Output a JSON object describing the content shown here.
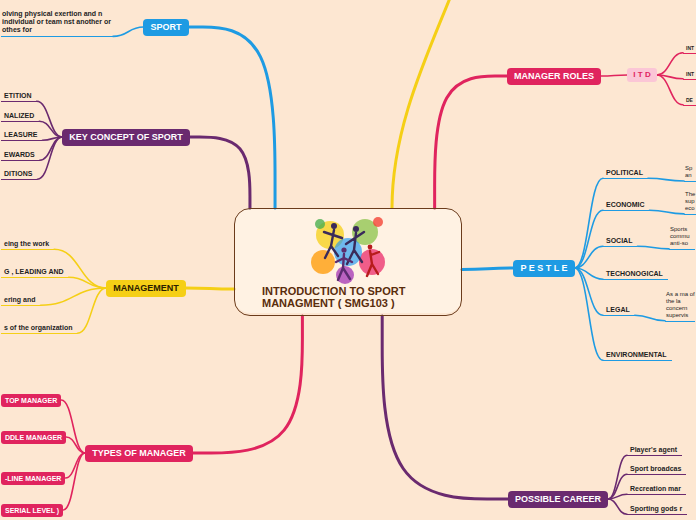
{
  "diagram": {
    "nodes": [
      {
        "text": [
          "INTRODUCTION TO SPORT MANAGMENT ( SMG103 )"
        ]
      },
      {
        "text": [
          "SPORT"
        ]
      },
      {
        "text": [
          "olving physical exertion and n individual or team nst another or othes for"
        ]
      },
      {
        "text": [
          "KEY CONCEPT OF SPORT"
        ]
      },
      {
        "text": [
          "ETITION"
        ]
      },
      {
        "text": [
          "NALIZED"
        ]
      },
      {
        "text": [
          "LEASURE"
        ]
      },
      {
        "text": [
          "EWARDS"
        ]
      },
      {
        "text": [
          "DITIONS"
        ]
      },
      {
        "text": [
          "MANAGEMENT"
        ]
      },
      {
        "text": [
          "eing the work"
        ]
      },
      {
        "text": [
          "G , LEADING AND"
        ]
      },
      {
        "text": [
          "ering and"
        ]
      },
      {
        "text": [
          "s of the organization"
        ]
      },
      {
        "text": [
          "TYPES OF MANAGER"
        ]
      },
      {
        "text": [
          "TOP MANAGER"
        ]
      },
      {
        "text": [
          "DDLE MANAGER"
        ]
      },
      {
        "text": [
          "-LINE MANAGER"
        ]
      },
      {
        "text": [
          "SERIAL LEVEL )"
        ]
      },
      {
        "text": [
          "MANAGER ROLES"
        ]
      },
      {
        "text": [
          "I T D"
        ]
      },
      {
        "text": [
          "INT"
        ]
      },
      {
        "text": [
          "INT"
        ]
      },
      {
        "text": [
          "DE"
        ]
      },
      {
        "text": [
          "P E S T L E"
        ]
      },
      {
        "text": [
          "POLITICAL"
        ]
      },
      {
        "text": [
          "Sp an"
        ]
      },
      {
        "text": [
          "ECONOMIC"
        ]
      },
      {
        "text": [
          "The sup eco"
        ]
      },
      {
        "text": [
          "SOCIAL"
        ]
      },
      {
        "text": [
          "Sports commu anti-so"
        ]
      },
      {
        "text": [
          "TECHONOGICAL"
        ]
      },
      {
        "text": [
          "LEGAL"
        ]
      },
      {
        "text": [
          "As a ma of the la concern supervis"
        ]
      },
      {
        "text": [
          "ENVIRONMENTAL"
        ]
      },
      {
        "text": [
          "POSSIBLE CAREER"
        ]
      },
      {
        "text": [
          "Player's agent"
        ]
      },
      {
        "text": [
          "Sport broadcas"
        ]
      },
      {
        "text": [
          "Recreation mar"
        ]
      },
      {
        "text": [
          "Sporting gods r"
        ]
      }
    ],
    "edges": [
      {
        "from": 0,
        "to": 1,
        "arrow": "none"
      },
      {
        "from": 1,
        "to": 2,
        "arrow": "none"
      },
      {
        "from": 0,
        "to": 3,
        "arrow": "none"
      },
      {
        "from": 3,
        "to": 4,
        "arrow": "none"
      },
      {
        "from": 3,
        "to": 5,
        "arrow": "none"
      },
      {
        "from": 3,
        "to": 6,
        "arrow": "none"
      },
      {
        "from": 3,
        "to": 7,
        "arrow": "none"
      },
      {
        "from": 3,
        "to": 8,
        "arrow": "none"
      },
      {
        "from": 0,
        "to": 9,
        "arrow": "none"
      },
      {
        "from": 9,
        "to": 10,
        "arrow": "none"
      },
      {
        "from": 9,
        "to": 11,
        "arrow": "none"
      },
      {
        "from": 9,
        "to": 12,
        "arrow": "none"
      },
      {
        "from": 9,
        "to": 13,
        "arrow": "none"
      },
      {
        "from": 0,
        "to": 14,
        "arrow": "none"
      },
      {
        "from": 14,
        "to": 15,
        "arrow": "none"
      },
      {
        "from": 14,
        "to": 16,
        "arrow": "none"
      },
      {
        "from": 14,
        "to": 17,
        "arrow": "none"
      },
      {
        "from": 14,
        "to": 18,
        "arrow": "none"
      },
      {
        "from": 0,
        "to": 19,
        "arrow": "none"
      },
      {
        "from": 19,
        "to": 20,
        "arrow": "none"
      },
      {
        "from": 20,
        "to": 21,
        "arrow": "none"
      },
      {
        "from": 20,
        "to": 22,
        "arrow": "none"
      },
      {
        "from": 20,
        "to": 23,
        "arrow": "none"
      },
      {
        "from": 0,
        "to": 24,
        "arrow": "none"
      },
      {
        "from": 24,
        "to": 25,
        "arrow": "none"
      },
      {
        "from": 25,
        "to": 26,
        "arrow": "none"
      },
      {
        "from": 24,
        "to": 27,
        "arrow": "none"
      },
      {
        "from": 27,
        "to": 28,
        "arrow": "none"
      },
      {
        "from": 24,
        "to": 29,
        "arrow": "none"
      },
      {
        "from": 29,
        "to": 30,
        "arrow": "none"
      },
      {
        "from": 24,
        "to": 31,
        "arrow": "none"
      },
      {
        "from": 24,
        "to": 32,
        "arrow": "none"
      },
      {
        "from": 32,
        "to": 33,
        "arrow": "none"
      },
      {
        "from": 24,
        "to": 34,
        "arrow": "none"
      },
      {
        "from": 0,
        "to": 35,
        "arrow": "none"
      },
      {
        "from": 35,
        "to": 36,
        "arrow": "none"
      },
      {
        "from": 35,
        "to": 37,
        "arrow": "none"
      },
      {
        "from": 35,
        "to": 38,
        "arrow": "none"
      },
      {
        "from": 35,
        "to": 39,
        "arrow": "none"
      }
    ]
  }
}
